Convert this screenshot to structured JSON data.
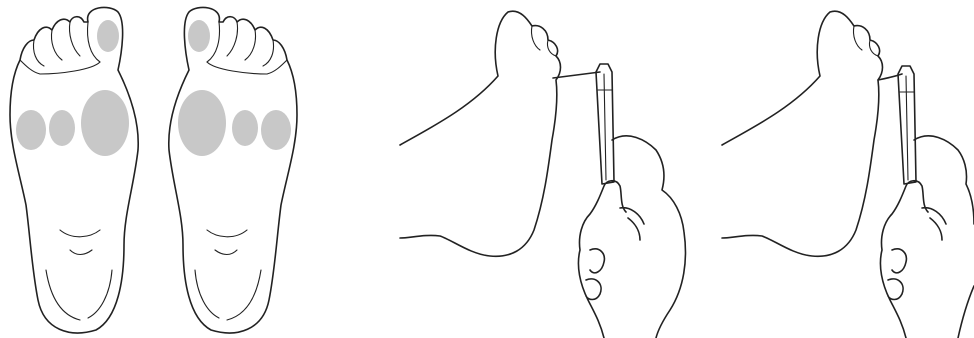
{
  "figure": {
    "panels": [
      {
        "id": "soles",
        "subject": "left-and-right-plantar-foot-test-sites"
      },
      {
        "id": "application-1",
        "subject": "monofilament-touching-sole"
      },
      {
        "id": "application-2",
        "subject": "monofilament-bending-on-sole"
      }
    ],
    "test_sites_per_foot": 4,
    "colors": {
      "line": "#222222",
      "test_site": "#c8c8c8",
      "background": "#ffffff"
    }
  }
}
